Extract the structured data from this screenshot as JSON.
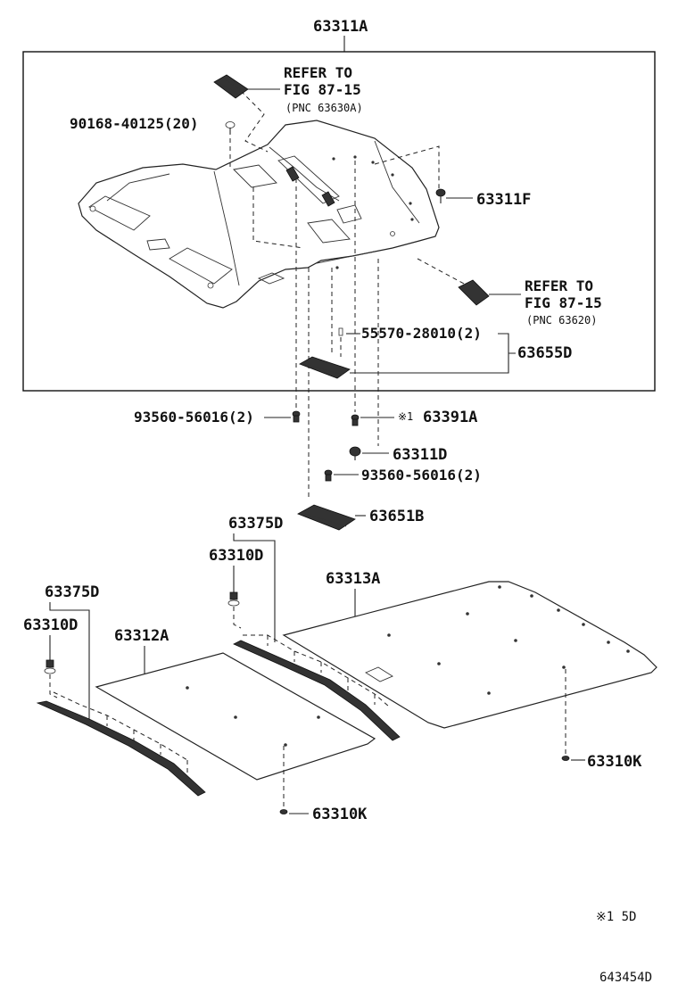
{
  "labels": {
    "top_assembly": "63311A",
    "refer_front_1": "REFER TO",
    "refer_front_2": "FIG 87-15",
    "refer_front_3": "(PNC 63630A)",
    "clip_top": "90168-40125(20)",
    "part_63311f": "63311F",
    "refer_rear_1": "REFER TO",
    "refer_rear_2": "FIG 87-15",
    "refer_rear_3": "(PNC 63620)",
    "screw_55570": "55570-28010(2)",
    "part_63655d": "63655D",
    "screw_left": "93560-56016(2)",
    "mark_63391a": "※1",
    "part_63391a": "63391A",
    "part_63311d": "63311D",
    "screw_right": "93560-56016(2)",
    "part_63651b": "63651B",
    "part_63375d_mid": "63375D",
    "part_63310d_mid": "63310D",
    "part_63313a": "63313A",
    "part_63375d_left": "63375D",
    "part_63310d_left": "63310D",
    "part_63312a": "63312A",
    "part_63310k_right": "63310K",
    "part_63310k_mid": "63310K",
    "footnote": "※1 5D",
    "diagram_id": "643454D"
  }
}
